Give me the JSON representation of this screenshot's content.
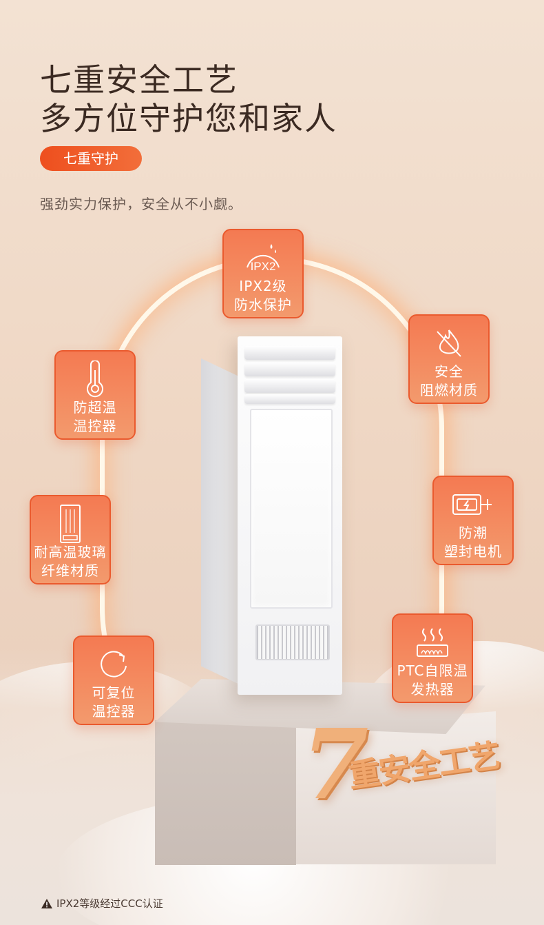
{
  "header": {
    "title_line1": "七重安全工艺",
    "title_line2": "多方位守护您和家人",
    "tag": "七重守护",
    "subtitle": "强劲实力保护，安全从不小觑。"
  },
  "features": [
    {
      "icon": "ipx2-waterproof-icon",
      "icon_text": "IPX2",
      "line1": "IPX2级",
      "line2": "防水保护"
    },
    {
      "icon": "flame-retardant-icon",
      "line1": "安全",
      "line2": "阻燃材质"
    },
    {
      "icon": "thermometer-icon",
      "line1": "防超温",
      "line2": "温控器"
    },
    {
      "icon": "sealed-motor-icon",
      "line1": "防潮",
      "line2": "塑封电机"
    },
    {
      "icon": "glass-fiber-icon",
      "line1": "耐高温玻璃",
      "line2": "纤维材质"
    },
    {
      "icon": "ptc-heater-icon",
      "line1": "PTC自限温",
      "line2": "发热器"
    },
    {
      "icon": "reset-icon",
      "line1": "可复位",
      "line2": "温控器"
    }
  ],
  "pedestal": {
    "number": "7",
    "text": "重安全工艺"
  },
  "footnote": {
    "text": "IPX2等级经过CCC认证"
  },
  "colors": {
    "accent": "#f0652e",
    "badge": "#f47a52",
    "title": "#3b2a22"
  }
}
